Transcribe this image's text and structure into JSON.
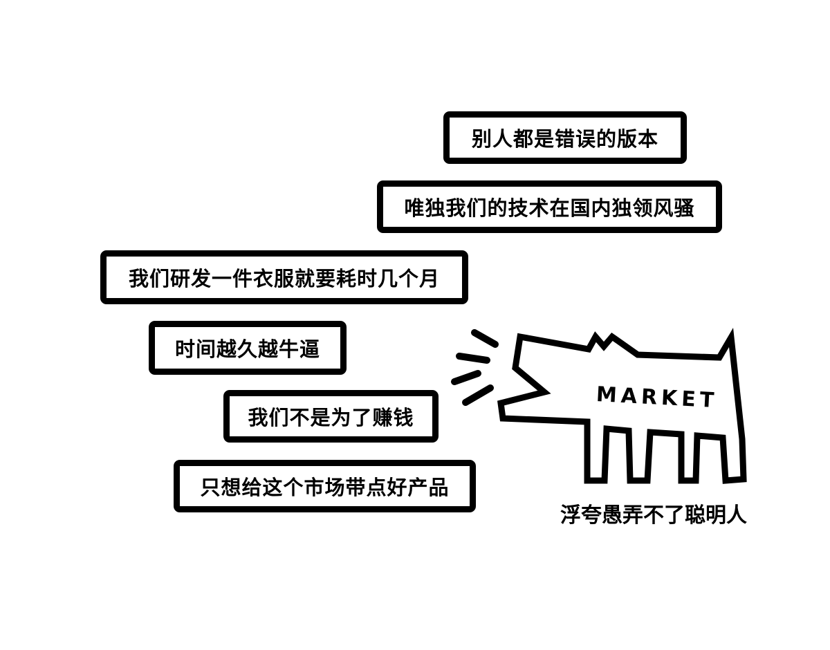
{
  "bubbles": [
    "别人都是错误的版本",
    "唯独我们的技术在国内独领风骚",
    "我们研发一件衣服就要耗时几个月",
    "时间越久越牛逼",
    "我们不是为了赚钱",
    "只想给这个市场带点好产品"
  ],
  "dog": {
    "label": "MARKET",
    "caption": "浮夸愚弄不了聪明人"
  }
}
